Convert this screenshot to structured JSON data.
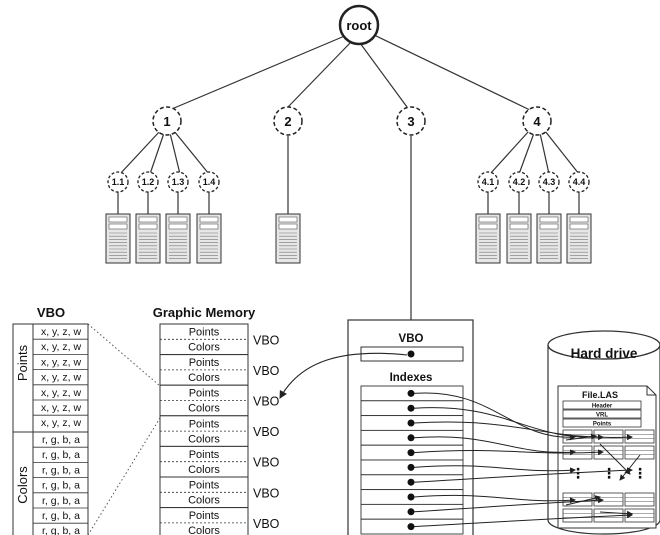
{
  "tree": {
    "root": "root",
    "level1": [
      "1",
      "2",
      "3",
      "4"
    ],
    "children_1": [
      "1.1",
      "1.2",
      "1.3",
      "1.4"
    ],
    "children_4": [
      "4.1",
      "4.2",
      "4.3",
      "4.4"
    ]
  },
  "vbo_table": {
    "title": "VBO",
    "points_label": "Points",
    "colors_label": "Colors",
    "point_rows": [
      "x, y, z, w",
      "x, y, z, w",
      "x, y, z, w",
      "x, y, z, w",
      "x, y, z, w",
      "x, y, z, w",
      "x, y, z, w"
    ],
    "color_rows": [
      "r, g, b, a",
      "r, g, b, a",
      "r, g, b, a",
      "r, g, b, a",
      "r, g, b, a",
      "r, g, b, a",
      "r, g, b, a"
    ]
  },
  "graphic_memory": {
    "title": "Graphic Memory",
    "points_label": "Points",
    "colors_label": "Colors",
    "vbo_label": "VBO",
    "block_count": 7
  },
  "index_panel": {
    "vbo_title": "VBO",
    "indexes_title": "Indexes",
    "index_count": 10
  },
  "hard_drive": {
    "title": "Hard drive",
    "file_name": "File.LAS",
    "header_label": "Header",
    "vrl_label": "VRL",
    "points_label": "Points",
    "ellipsis": "⋮"
  }
}
